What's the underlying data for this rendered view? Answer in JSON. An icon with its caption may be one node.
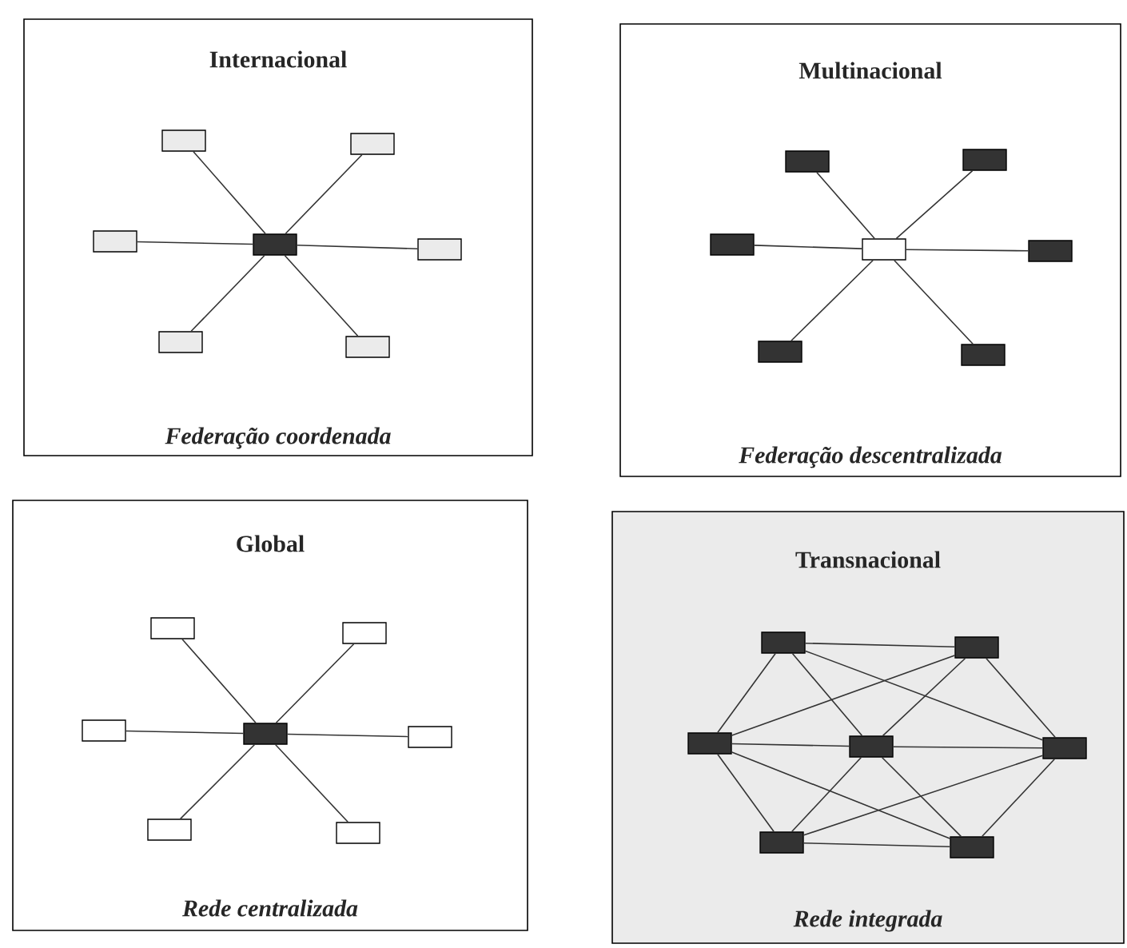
{
  "diagram": {
    "nodes": [
      {
        "text": [
          "Internacional",
          "*Federação coordenada*"
        ]
      },
      {
        "text": [],
        "shape": "box",
        "in": 0
      },
      {
        "text": [],
        "shape": "box",
        "in": 0
      },
      {
        "text": [],
        "shape": "box",
        "in": 0
      },
      {
        "text": [],
        "shape": "box",
        "in": 0
      },
      {
        "text": [],
        "shape": "box",
        "in": 0
      },
      {
        "text": [],
        "shape": "box",
        "in": 0
      },
      {
        "text": [],
        "shape": "box",
        "in": 0
      },
      {
        "text": [
          "Multinacional",
          "*Federação descentralizada*"
        ]
      },
      {
        "text": [],
        "shape": "box",
        "in": 8
      },
      {
        "text": [],
        "shape": "box",
        "in": 8
      },
      {
        "text": [],
        "shape": "box",
        "in": 8
      },
      {
        "text": [],
        "shape": "box",
        "in": 8
      },
      {
        "text": [],
        "shape": "box",
        "in": 8
      },
      {
        "text": [],
        "shape": "box",
        "in": 8
      },
      {
        "text": [],
        "shape": "box",
        "in": 8
      },
      {
        "text": [
          "Global",
          "*Rede centralizada*"
        ]
      },
      {
        "text": [],
        "shape": "box",
        "in": 16
      },
      {
        "text": [],
        "shape": "box",
        "in": 16
      },
      {
        "text": [],
        "shape": "box",
        "in": 16
      },
      {
        "text": [],
        "shape": "box",
        "in": 16
      },
      {
        "text": [],
        "shape": "box",
        "in": 16
      },
      {
        "text": [],
        "shape": "box",
        "in": 16
      },
      {
        "text": [],
        "shape": "box",
        "in": 16
      },
      {
        "text": [
          "Transnacional",
          "*Rede integrada*"
        ]
      },
      {
        "text": [],
        "shape": "box",
        "in": 24
      },
      {
        "text": [],
        "shape": "box",
        "in": 24
      },
      {
        "text": [],
        "shape": "box",
        "in": 24
      },
      {
        "text": [],
        "shape": "box",
        "in": 24
      },
      {
        "text": [],
        "shape": "box",
        "in": 24
      },
      {
        "text": [],
        "shape": "box",
        "in": 24
      },
      {
        "text": [],
        "shape": "box",
        "in": 24
      }
    ],
    "edges": [
      {
        "from": 4,
        "to": 1,
        "arrow": "none"
      },
      {
        "from": 4,
        "to": 2,
        "arrow": "none"
      },
      {
        "from": 4,
        "to": 3,
        "arrow": "none"
      },
      {
        "from": 4,
        "to": 5,
        "arrow": "none"
      },
      {
        "from": 4,
        "to": 6,
        "arrow": "none"
      },
      {
        "from": 4,
        "to": 7,
        "arrow": "none"
      },
      {
        "from": 12,
        "to": 9,
        "arrow": "none"
      },
      {
        "from": 12,
        "to": 10,
        "arrow": "none"
      },
      {
        "from": 12,
        "to": 11,
        "arrow": "none"
      },
      {
        "from": 12,
        "to": 13,
        "arrow": "none"
      },
      {
        "from": 12,
        "to": 14,
        "arrow": "none"
      },
      {
        "from": 12,
        "to": 15,
        "arrow": "none"
      },
      {
        "from": 20,
        "to": 17,
        "arrow": "none"
      },
      {
        "from": 20,
        "to": 18,
        "arrow": "none"
      },
      {
        "from": 20,
        "to": 19,
        "arrow": "none"
      },
      {
        "from": 20,
        "to": 21,
        "arrow": "none"
      },
      {
        "from": 20,
        "to": 22,
        "arrow": "none"
      },
      {
        "from": 20,
        "to": 23,
        "arrow": "none"
      },
      {
        "from": 25,
        "to": 26,
        "arrow": "none"
      },
      {
        "from": 25,
        "to": 27,
        "arrow": "none"
      },
      {
        "from": 25,
        "to": 28,
        "arrow": "none"
      },
      {
        "from": 25,
        "to": 29,
        "arrow": "none"
      },
      {
        "from": 26,
        "to": 27,
        "arrow": "none"
      },
      {
        "from": 26,
        "to": 28,
        "arrow": "none"
      },
      {
        "from": 26,
        "to": 29,
        "arrow": "none"
      },
      {
        "from": 27,
        "to": 28,
        "arrow": "none"
      },
      {
        "from": 27,
        "to": 30,
        "arrow": "none"
      },
      {
        "from": 27,
        "to": 31,
        "arrow": "none"
      },
      {
        "from": 28,
        "to": 29,
        "arrow": "none"
      },
      {
        "from": 28,
        "to": 30,
        "arrow": "none"
      },
      {
        "from": 28,
        "to": 31,
        "arrow": "none"
      },
      {
        "from": 29,
        "to": 30,
        "arrow": "none"
      },
      {
        "from": 29,
        "to": 31,
        "arrow": "none"
      },
      {
        "from": 30,
        "to": 31,
        "arrow": "none"
      }
    ]
  }
}
